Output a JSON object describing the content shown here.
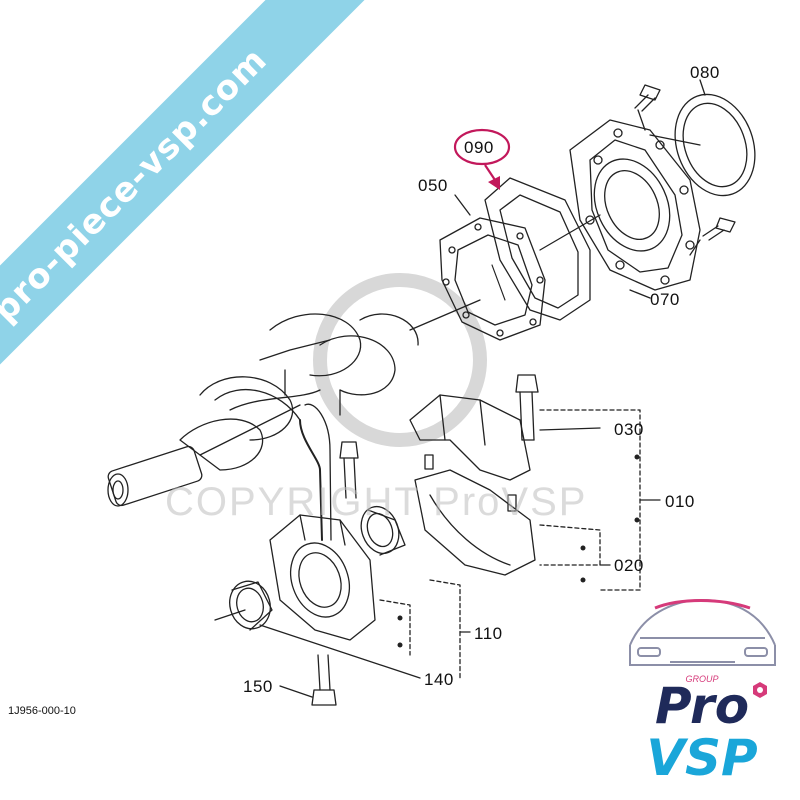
{
  "labels": {
    "p080": "080",
    "p090": "090",
    "p050": "050",
    "p070": "070",
    "p030": "030",
    "p010": "010",
    "p020": "020",
    "p110": "110",
    "p140": "140",
    "p150": "150"
  },
  "reference_code": "1J956-000-10",
  "banner_text": "pro-piece-vsp.com",
  "watermark_text": "COPYRIGHT ProVSP",
  "logo": {
    "group_text": "GROUP",
    "brand_top": "Pro",
    "brand_bottom": "VSP"
  },
  "colors": {
    "highlight": "#c2185b",
    "banner": "#8fd3e8",
    "logo_navy": "#1f2a5a",
    "logo_cyan": "#1aa6d9",
    "logo_pink": "#d63a7a"
  }
}
